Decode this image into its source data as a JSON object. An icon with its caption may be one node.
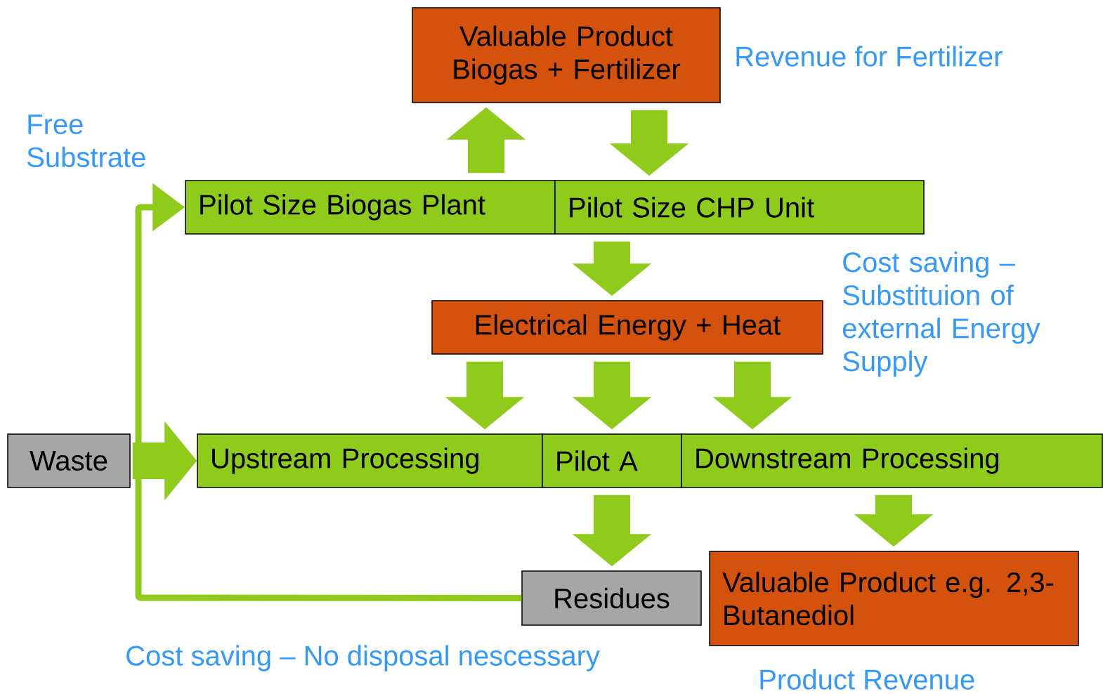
{
  "diagram": {
    "nodes": [
      {
        "text": [
          "Valuable Product Biogas + Fertilizer"
        ],
        "beside": [
          "Revenue for Fertilizer"
        ]
      },
      {
        "text": [
          "Pilot Size Biogas Plant"
        ]
      },
      {
        "text": [
          "Pilot Size CHP Unit"
        ]
      },
      {
        "text": [
          "Electrical Energy + Heat"
        ]
      },
      {
        "text": [
          "Waste"
        ]
      },
      {
        "text": [
          "Upstream Processing"
        ]
      },
      {
        "text": [
          "Pilot A"
        ]
      },
      {
        "text": [
          "Downstream Processing"
        ]
      },
      {
        "text": [
          "Residues"
        ]
      },
      {
        "text": [
          "Valuable Product e.g. 2,3-Butanediol"
        ],
        "beside": [
          "Product Revenue"
        ]
      }
    ],
    "edges": [
      {
        "from": 1,
        "to": 0,
        "arrow": "to"
      },
      {
        "from": 0,
        "to": 2,
        "arrow": "to"
      },
      {
        "from": 2,
        "to": 3,
        "arrow": "to"
      },
      {
        "from": 3,
        "to": 5,
        "arrow": "to"
      },
      {
        "from": 3,
        "to": 6,
        "arrow": "to"
      },
      {
        "from": 3,
        "to": 7,
        "arrow": "to"
      },
      {
        "from": 4,
        "to": 5,
        "arrow": "to"
      },
      {
        "from": 6,
        "to": 8,
        "arrow": "to"
      },
      {
        "from": 7,
        "to": 9,
        "arrow": "to"
      },
      {
        "from": 8,
        "to": 1,
        "arrow": "to"
      }
    ],
    "labels": [
      "Free Substrate",
      "Cost saving – Substituion of external Energy Supply",
      "Cost saving – No disposal nescessary"
    ]
  }
}
